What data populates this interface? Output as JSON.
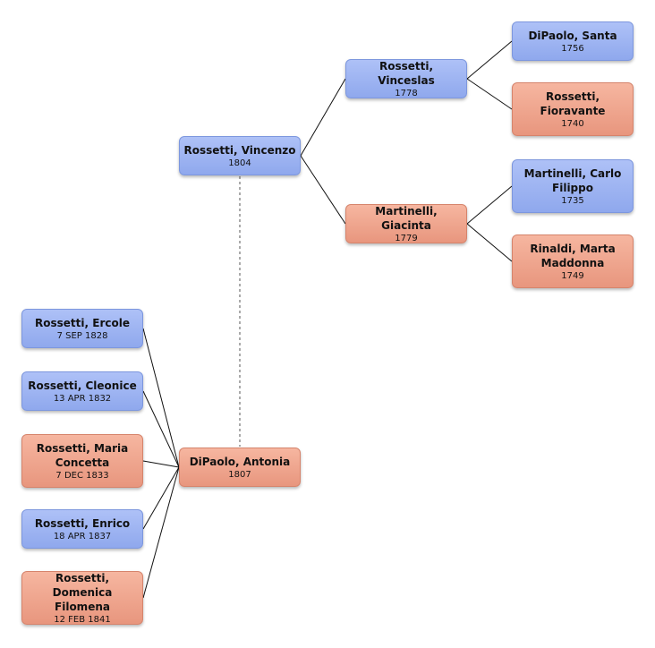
{
  "people": {
    "vincenzo": {
      "name": "Rossetti, Vincenzo",
      "date": "1804",
      "sex": "male"
    },
    "antonia": {
      "name": "DiPaolo, Antonia",
      "date": "1807",
      "sex": "female"
    },
    "vinceslas": {
      "name": "Rossetti, Vinceslas",
      "date": "1778",
      "sex": "male"
    },
    "giacinta": {
      "name": "Martinelli, Giacinta",
      "date": "1779",
      "sex": "female"
    },
    "santa": {
      "name": "DiPaolo, Santa",
      "date": "1756",
      "sex": "male"
    },
    "fioravante": {
      "name": "Rossetti, Fioravante",
      "date": "1740",
      "sex": "female"
    },
    "carlo": {
      "name": "Martinelli, Carlo Filippo",
      "date": "1735",
      "sex": "male"
    },
    "marta": {
      "name": "Rinaldi, Marta Maddonna",
      "date": "1749",
      "sex": "female"
    },
    "ercole": {
      "name": "Rossetti, Ercole",
      "date": "7 SEP 1828",
      "sex": "male"
    },
    "cleonice": {
      "name": "Rossetti, Cleonice",
      "date": "13 APR 1832",
      "sex": "male"
    },
    "maria": {
      "name": "Rossetti, Maria Concetta",
      "date": "7 DEC 1833",
      "sex": "female"
    },
    "enrico": {
      "name": "Rossetti, Enrico",
      "date": "18 APR 1837",
      "sex": "male"
    },
    "domenica": {
      "name": "Rossetti, Domenica Filomena",
      "date": "12 FEB 1841",
      "sex": "female"
    }
  },
  "colors": {
    "male": "#9fb5f2",
    "female": "#f0a78f",
    "connector": "#111111",
    "spouse_link": "#555555"
  }
}
